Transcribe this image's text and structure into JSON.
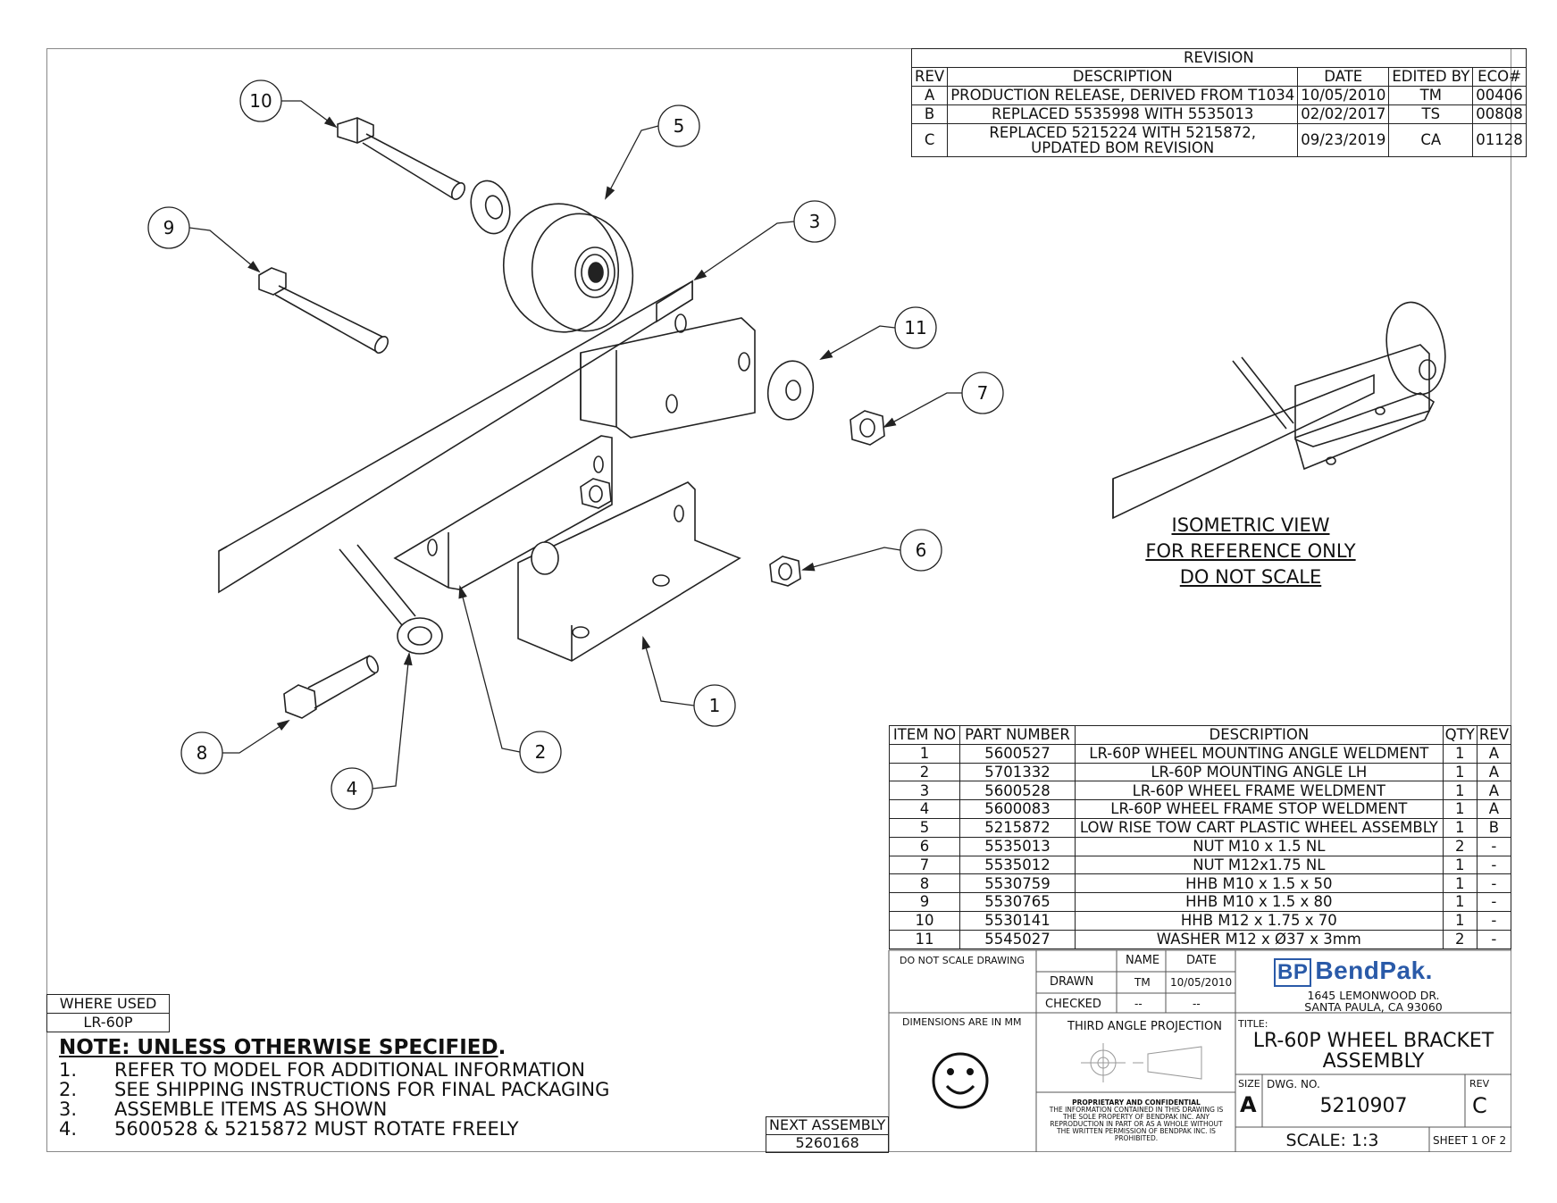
{
  "revision": {
    "title": "REVISION",
    "headers": [
      "REV",
      "DESCRIPTION",
      "DATE",
      "EDITED BY",
      "ECO#"
    ],
    "rows": [
      [
        "A",
        "PRODUCTION RELEASE, DERIVED FROM T1034",
        "10/05/2010",
        "TM",
        "00406"
      ],
      [
        "B",
        "REPLACED 5535998 WITH 5535013",
        "02/02/2017",
        "TS",
        "00808"
      ],
      [
        "C",
        "REPLACED 5215224 WITH 5215872, UPDATED BOM REVISION",
        "09/23/2019",
        "CA",
        "01128"
      ]
    ]
  },
  "balloons": [
    "1",
    "2",
    "3",
    "4",
    "5",
    "6",
    "7",
    "8",
    "9",
    "10",
    "11"
  ],
  "iso_note": [
    "ISOMETRIC VIEW",
    "FOR REFERENCE ONLY",
    "DO NOT SCALE"
  ],
  "bom": {
    "headers": [
      "ITEM NO",
      "PART NUMBER",
      "DESCRIPTION",
      "QTY",
      "REV"
    ],
    "rows": [
      [
        "1",
        "5600527",
        "LR-60P WHEEL MOUNTING ANGLE WELDMENT",
        "1",
        "A"
      ],
      [
        "2",
        "5701332",
        "LR-60P MOUNTING ANGLE LH",
        "1",
        "A"
      ],
      [
        "3",
        "5600528",
        "LR-60P WHEEL FRAME WELDMENT",
        "1",
        "A"
      ],
      [
        "4",
        "5600083",
        "LR-60P WHEEL FRAME STOP WELDMENT",
        "1",
        "A"
      ],
      [
        "5",
        "5215872",
        "LOW RISE TOW CART PLASTIC WHEEL ASSEMBLY",
        "1",
        "B"
      ],
      [
        "6",
        "5535013",
        "NUT M10 x 1.5 NL",
        "2",
        "-"
      ],
      [
        "7",
        "5535012",
        "NUT M12x1.75 NL",
        "1",
        "-"
      ],
      [
        "8",
        "5530759",
        "HHB M10 x 1.5 x 50",
        "1",
        "-"
      ],
      [
        "9",
        "5530765",
        "HHB M10 x 1.5 x 80",
        "1",
        "-"
      ],
      [
        "10",
        "5530141",
        "HHB M12 x 1.75 x 70",
        "1",
        "-"
      ],
      [
        "11",
        "5545027",
        "WASHER M12 x Ø37 x 3mm",
        "2",
        "-"
      ]
    ]
  },
  "where_used": {
    "label": "WHERE USED",
    "value": "LR-60P"
  },
  "notes": {
    "header": "NOTE: UNLESS OTHERWISE SPECIFIED",
    "items": [
      {
        "num": "1.",
        "text": "REFER TO MODEL FOR ADDITIONAL INFORMATION"
      },
      {
        "num": "2.",
        "text": "SEE SHIPPING INSTRUCTIONS FOR FINAL PACKAGING"
      },
      {
        "num": "3.",
        "text": "ASSEMBLE ITEMS AS SHOWN"
      },
      {
        "num": "4.",
        "text": "5600528 & 5215872 MUST ROTATE FREELY"
      }
    ]
  },
  "next_assembly": {
    "label": "NEXT ASSEMBLY",
    "value": "5260168"
  },
  "title_block": {
    "do_not_scale": "DO NOT SCALE DRAWING",
    "name_label": "NAME",
    "date_label": "DATE",
    "drawn_label": "DRAWN",
    "drawn_name": "TM",
    "drawn_date": "10/05/2010",
    "checked_label": "CHECKED",
    "checked_name": "--",
    "checked_date": "--",
    "dimensions": "DIMENSIONS ARE IN MM",
    "projection": "THIRD ANGLE PROJECTION",
    "company_logo": "BendPak.",
    "logo_mark": "BP",
    "address1": "1645 LEMONWOOD DR.",
    "address2": "SANTA PAULA, CA 93060",
    "title_label": "TITLE:",
    "title1": "LR-60P WHEEL BRACKET",
    "title2": "ASSEMBLY",
    "size_label": "SIZE",
    "size_value": "A",
    "dwg_label": "DWG.  NO.",
    "dwg_value": "5210907",
    "rev_label": "REV",
    "rev_value": "C",
    "scale": "SCALE: 1:3",
    "sheet": "SHEET 1 OF 2",
    "prop_title": "PROPRIETARY AND CONFIDENTIAL",
    "prop_lines": [
      "THE INFORMATION CONTAINED IN THIS DRAWING IS",
      "THE SOLE PROPERTY OF BENDPAK INC. ANY",
      "REPRODUCTION IN PART OR AS A WHOLE WITHOUT",
      "THE WRITTEN PERMISSION OF BENDPAK INC. IS",
      "PROHIBITED."
    ]
  }
}
